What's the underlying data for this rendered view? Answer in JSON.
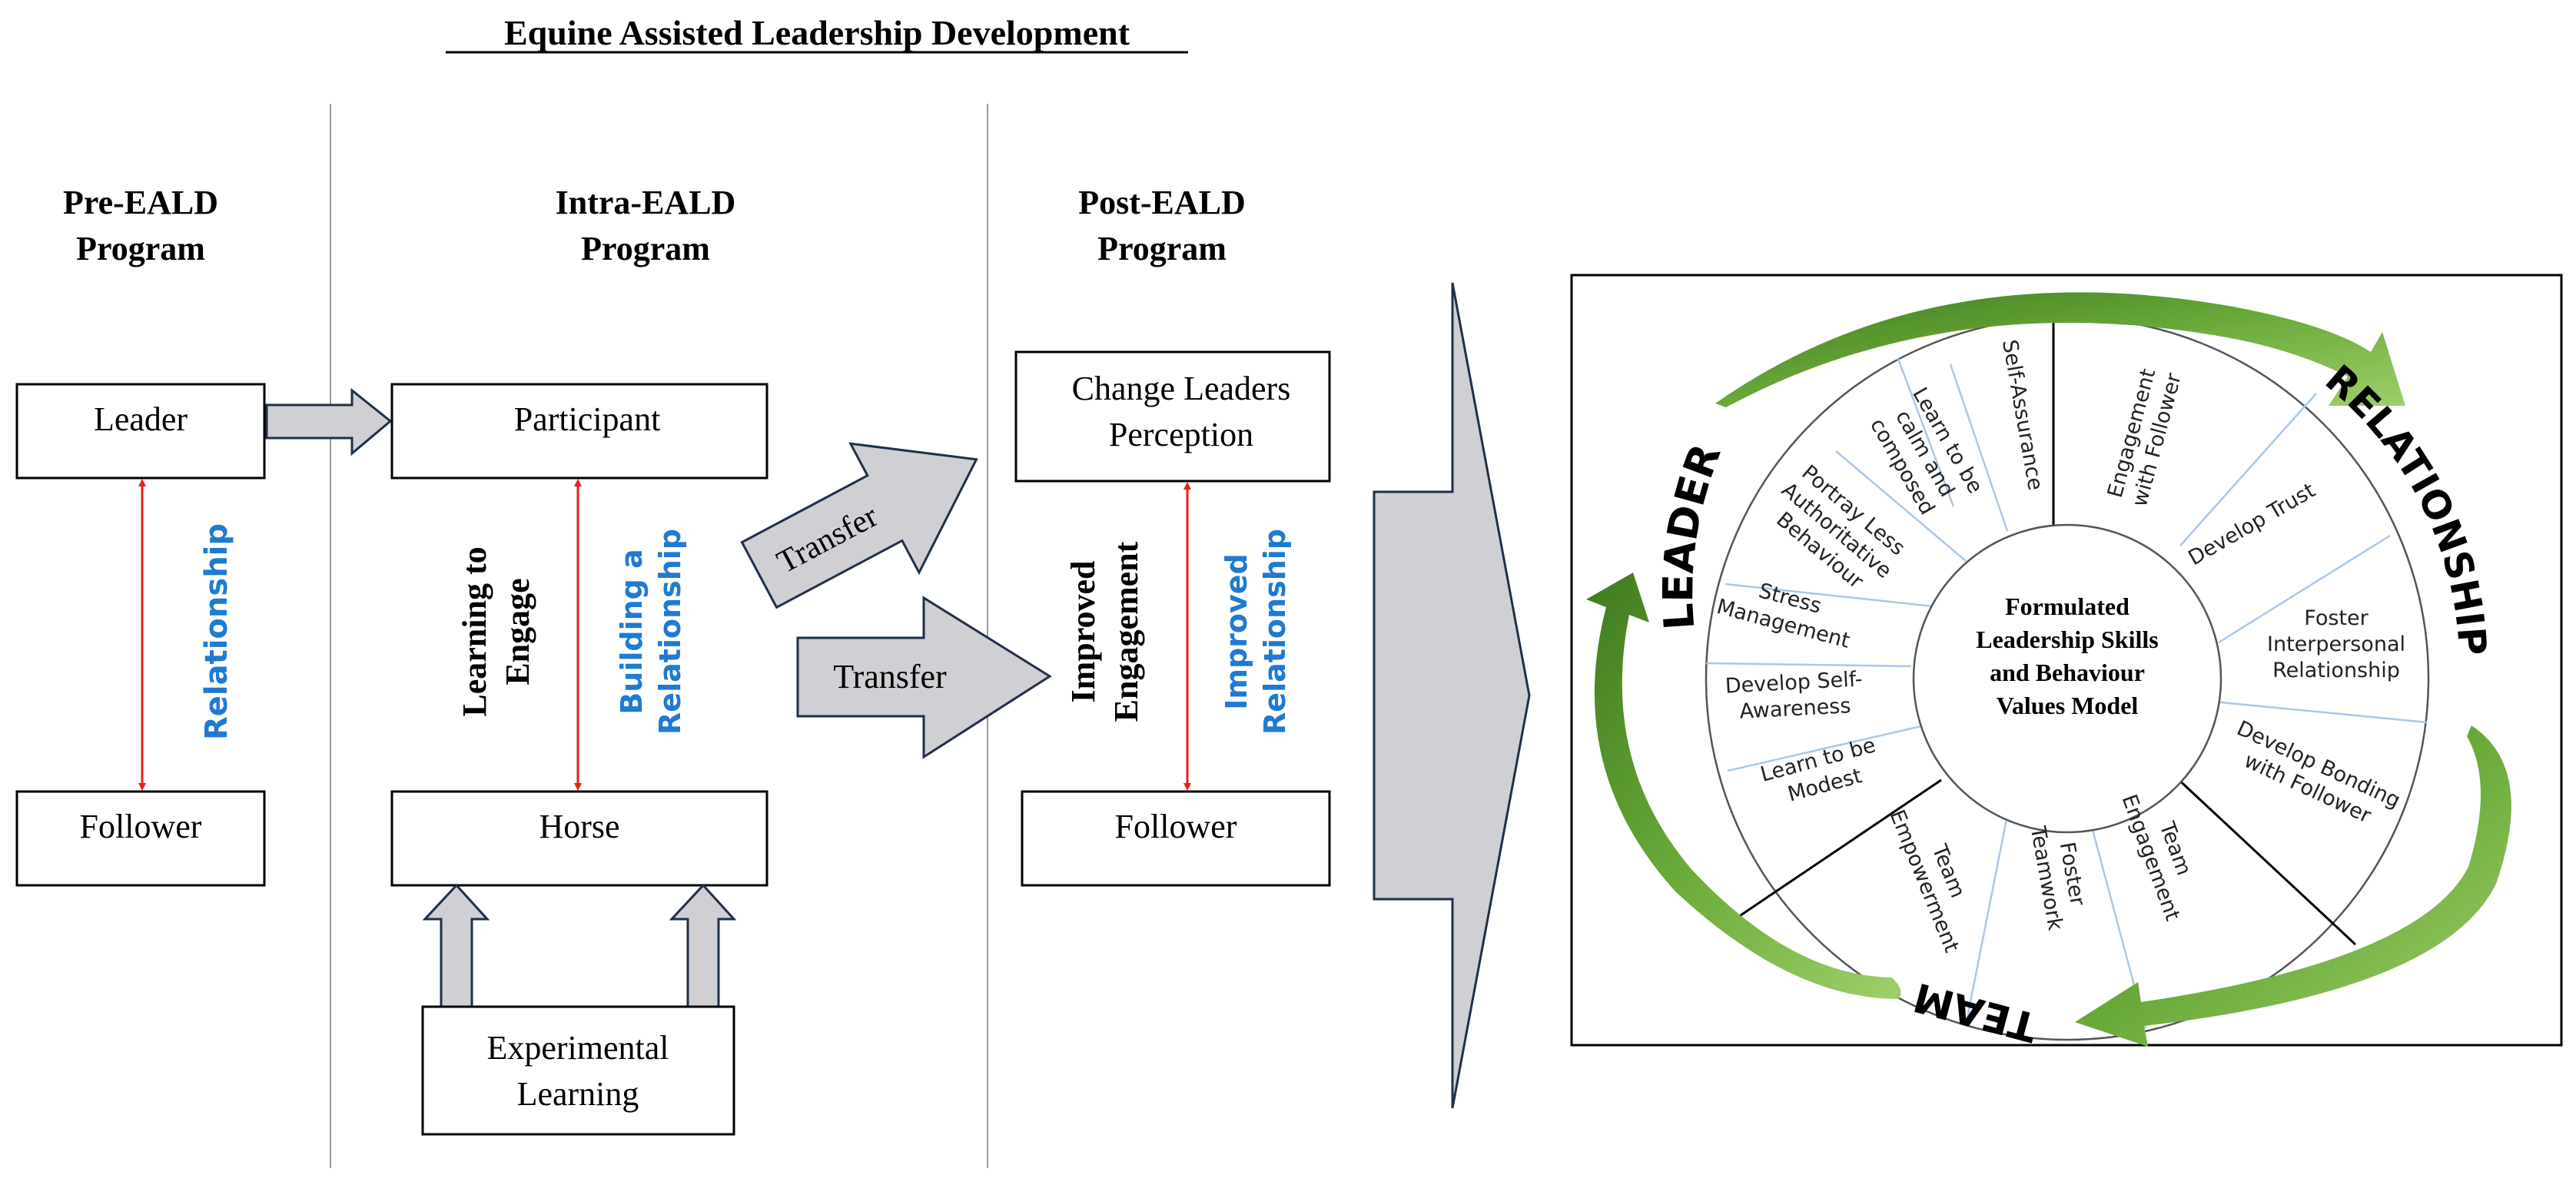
{
  "title": "Equine Assisted Leadership Development",
  "phases": {
    "pre": {
      "line1": "Pre-EALD",
      "line2": "Program"
    },
    "intra": {
      "line1": "Intra-EALD",
      "line2": "Program"
    },
    "post": {
      "line1": "Post-EALD",
      "line2": "Program"
    }
  },
  "boxes": {
    "leader": "Leader",
    "follower_pre": "Follower",
    "participant": "Participant",
    "horse": "Horse",
    "experimental_line1": "Experimental",
    "experimental_line2": "Learning",
    "change_line1": "Change Leaders",
    "change_line2": "Perception",
    "follower_post": "Follower"
  },
  "labels": {
    "relationship": "Relationship",
    "learning_line1": "Learning to",
    "learning_line2": "Engage",
    "building_line1": "Building a",
    "building_line2": "Relationship",
    "transfer_1": "Transfer",
    "transfer_2": "Transfer",
    "improved_eng_line1": "Improved",
    "improved_eng_line2": "Engagement",
    "improved_rel_line1": "Improved",
    "improved_rel_line2": "Relationship"
  },
  "model": {
    "center_line1": "Formulated",
    "center_line2": "Leadership Skills",
    "center_line3": "and Behaviour",
    "center_line4": "Values Model",
    "outer_leader": "LEADER",
    "outer_relationship": "RELATIONSHIP",
    "outer_team": "TEAM",
    "sectors": {
      "self_assurance": [
        "Self-Assurance"
      ],
      "calm": [
        "Learn to be",
        "calm and",
        "composed"
      ],
      "portray": [
        "Portray Less",
        "Authoritative",
        "Behaviour"
      ],
      "stress": [
        "Stress",
        "Management"
      ],
      "self_awareness": [
        "Develop Self-",
        "Awareness"
      ],
      "modest": [
        "Learn to be",
        "Modest"
      ],
      "empowerment": [
        "Team",
        "Empowerment"
      ],
      "teamwork": [
        "Foster",
        "Teamwork"
      ],
      "team_engagement": [
        "Team",
        "Engagement"
      ],
      "bonding": [
        "Develop Bonding",
        "with Follower"
      ],
      "interpersonal": [
        "Foster",
        "Interpersonal",
        "Relationship"
      ],
      "trust": [
        "Develop Trust"
      ],
      "engagement_follower": [
        "Engagement",
        "with Follower"
      ]
    }
  },
  "colors": {
    "blue_text": "#1f7ad1",
    "red_arrow": "#e8201c",
    "green_arrow": "#5a9e32",
    "arrow_fill": "#d0cfd3",
    "arrow_stroke": "#1f3049"
  }
}
